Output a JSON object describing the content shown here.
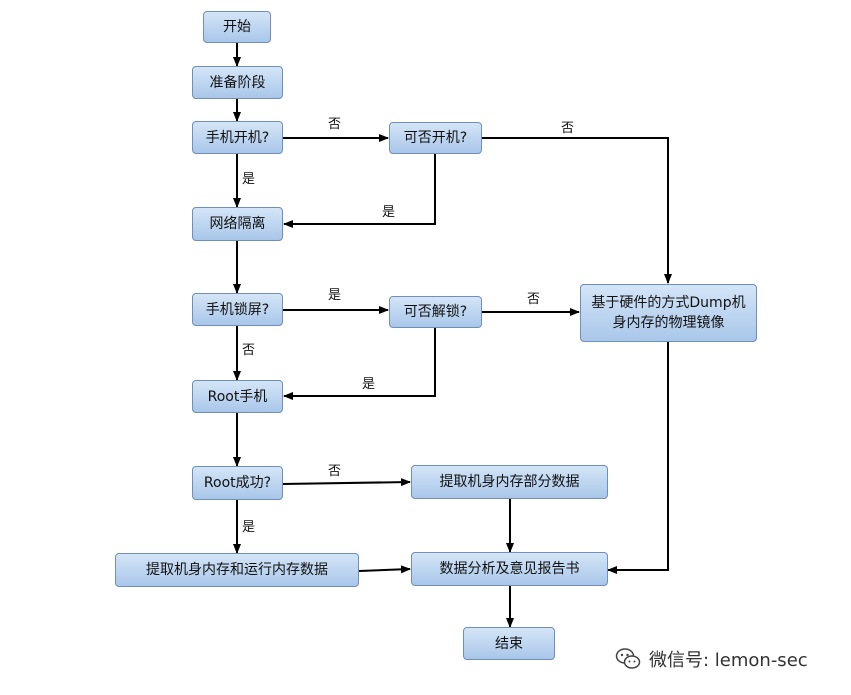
{
  "nodes": {
    "start": "开始",
    "prepare": "准备阶段",
    "phone_on": "手机开机?",
    "can_power_on": "可否开机?",
    "network_isolation": "网络隔离",
    "phone_locked": "手机锁屏?",
    "can_unlock": "可否解锁?",
    "hardware_dump": "基于硬件的方式Dump机身内存的物理镜像",
    "root_phone": "Root手机",
    "root_success": "Root成功?",
    "extract_partial": "提取机身内存部分数据",
    "extract_full": "提取机身内存和运行内存数据",
    "analysis_report": "数据分析及意见报告书",
    "end": "结束"
  },
  "edge_labels": {
    "phone_on_no": "否",
    "can_power_on_no": "否",
    "phone_on_yes": "是",
    "can_power_on_yes": "是",
    "phone_locked_yes": "是",
    "can_unlock_no": "否",
    "phone_locked_no": "否",
    "can_unlock_yes": "是",
    "root_success_no": "否",
    "root_success_yes": "是"
  },
  "watermark": {
    "icon": "wechat-icon",
    "text": "微信号: lemon-sec"
  },
  "colors": {
    "node_fill_top": "#d4e5f7",
    "node_fill_bottom": "#a9c7ea",
    "node_border": "#6f8fb8",
    "arrow": "#000000"
  }
}
